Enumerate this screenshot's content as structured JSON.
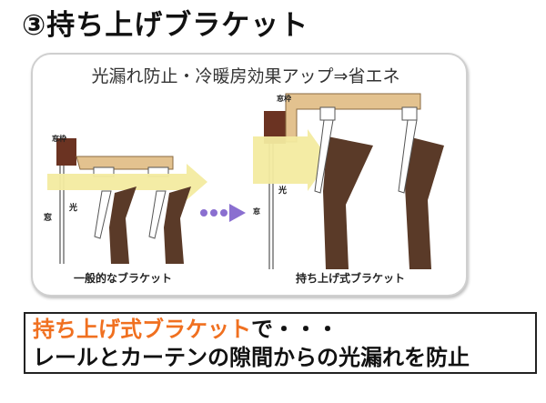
{
  "title": "③持ち上げブラケット",
  "panel": {
    "heading": "光漏れ防止・冷暖房効果アップ⇒省エネ",
    "left": {
      "frame_label": "窓枠",
      "light_label": "光",
      "window_label": "窓",
      "caption": "一般的なブラケット"
    },
    "right": {
      "frame_label": "窓枠",
      "light_label": "光",
      "window_label": "窓",
      "caption": "持ち上げ式ブラケット"
    }
  },
  "note": {
    "highlight": "持ち上げ式ブラケット",
    "line1_rest": "で・・・",
    "line2": "レールとカーテンの隙間からの光漏れを防止"
  },
  "colors": {
    "frame": "#6b3322",
    "bracket": "#e3c28f",
    "curtain": "#5a3a28",
    "light": "#f3eba0",
    "dots": "#8a6fd0",
    "highlight": "#f07020"
  }
}
